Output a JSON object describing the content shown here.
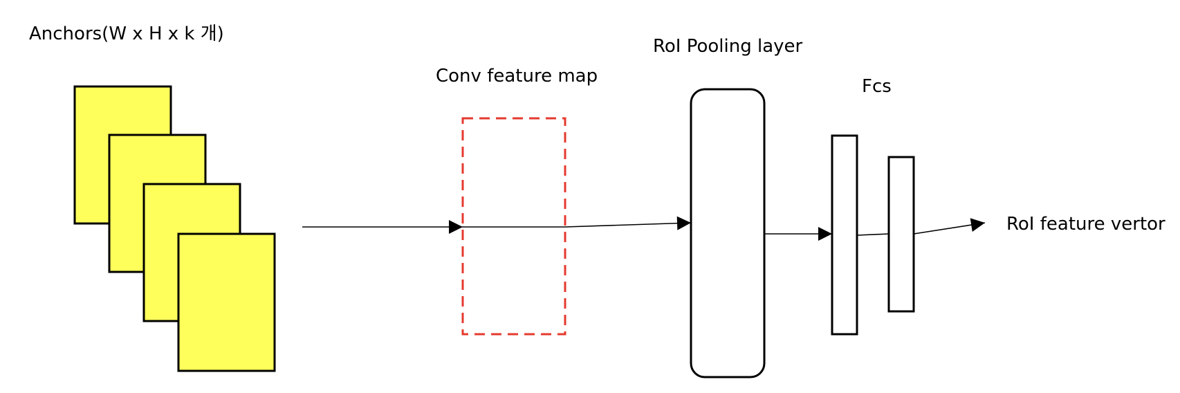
{
  "labels": {
    "anchors": "Anchors(W x H x k 개)",
    "conv_feature_map": "Conv feature map",
    "roi_pooling": "RoI Pooling layer",
    "fcs": "Fcs",
    "output": "RoI feature vertor"
  },
  "colors": {
    "anchor_fill": "#FFFF5C",
    "stroke": "#000000",
    "dashed_box": "#E53A2F",
    "background": "#FFFFFF"
  }
}
